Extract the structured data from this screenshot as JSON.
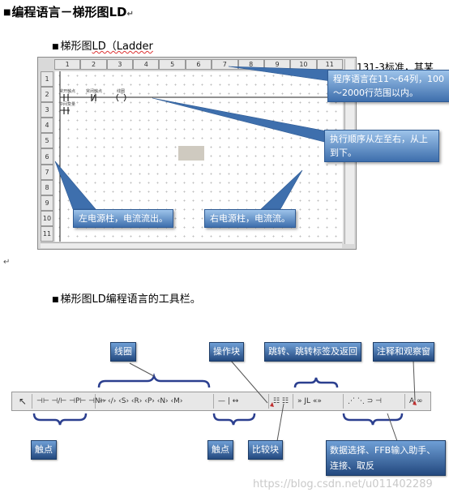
{
  "heading": {
    "bullet": "■",
    "text": "编程语言－梯形图LD",
    "mark": "↵"
  },
  "bullet1": {
    "bullet": "■",
    "text_a": "梯形图",
    "text_b": "LD（Ladder"
  },
  "cut_text": "131-3标准，其某",
  "editor": {
    "columns": [
      "1",
      "2",
      "3",
      "4",
      "5",
      "6",
      "7",
      "8",
      "9",
      "10",
      "11"
    ],
    "rows": [
      "1",
      "2",
      "3",
      "4",
      "5",
      "6",
      "7",
      "8",
      "9",
      "10",
      "11"
    ],
    "contact1": "常开触点",
    "contact2": "常闭触点",
    "coil": "线圈",
    "contact3": "中间变量"
  },
  "callouts": {
    "c1": "程序语言在11～64列，100～2000行范围以内。",
    "c2": "执行顺序从左至右，从上到下。",
    "c3": "左电源柱，电流流出。",
    "c4": "右电源柱，电流流。"
  },
  "bullet2": {
    "bullet": "■",
    "text": "梯形图LD编程语言的工具栏。"
  },
  "labels": {
    "coil": "线圈",
    "opblock": "操作块",
    "jump": "跳转、跳转标签及返回",
    "comment": "注释和观察窗",
    "contact_left": "触点",
    "contact_mid": "触点",
    "compare": "比较块",
    "data": "数据选择、FFB输入助手、连接、取反"
  },
  "toolbar": {
    "pointer": "↖",
    "contacts": "⊣⊢ ⊣/⊢ ⊣P⊢ ⊣N⊢",
    "coils": "‹› ‹/› ‹S› ‹R› ‹P› ‹N› ‹M›",
    "lines": "— | ↔",
    "compare": "☷ ☷",
    "jumps": "»  JL  «»",
    "data": "⋰ ⋱ ⊃ ⊣",
    "comment": "A ∞"
  },
  "watermark": "https://blog.csdn.net/u011402289",
  "mark": "↵"
}
